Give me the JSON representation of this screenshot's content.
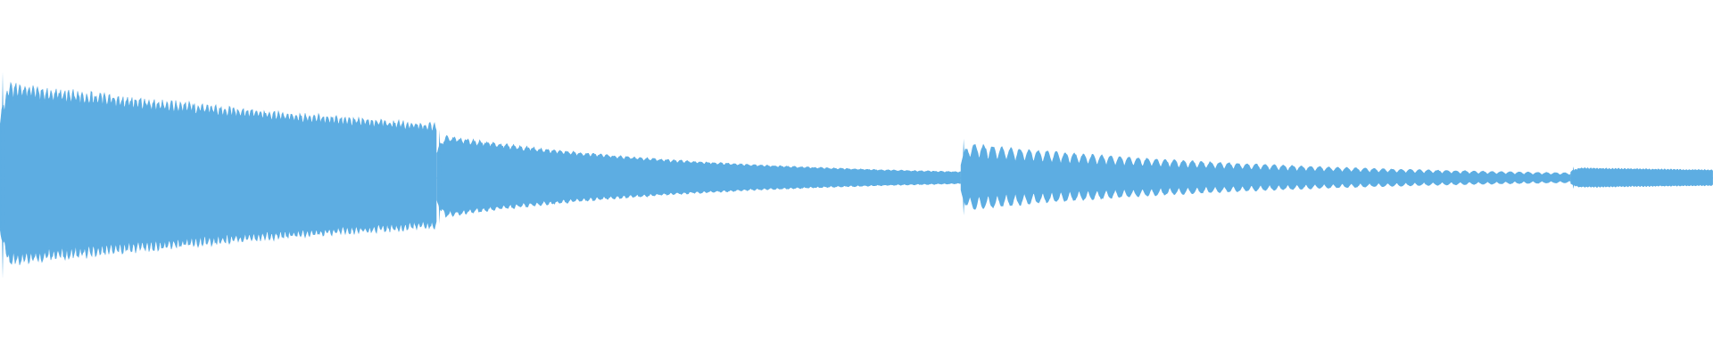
{
  "waveform": {
    "color": "#5dade2",
    "background": "#ffffff",
    "segments": [
      {
        "start": 0.0,
        "end": 0.255,
        "peak_start": 0.92,
        "peak_end": 0.52,
        "ripple_period": 0.0026,
        "texture": "dense"
      },
      {
        "start": 0.255,
        "end": 0.561,
        "peak_start": 0.42,
        "peak_end": 0.06,
        "ripple_period": 0.0039,
        "texture": "dense"
      },
      {
        "start": 0.561,
        "end": 0.917,
        "peak_start": 0.34,
        "peak_end": 0.05,
        "ripple_period": 0.0053,
        "texture": "lobed"
      },
      {
        "start": 0.917,
        "end": 1.0,
        "peak_start": 0.1,
        "peak_end": 0.08,
        "ripple_period": 0.0018,
        "texture": "dense"
      }
    ]
  }
}
